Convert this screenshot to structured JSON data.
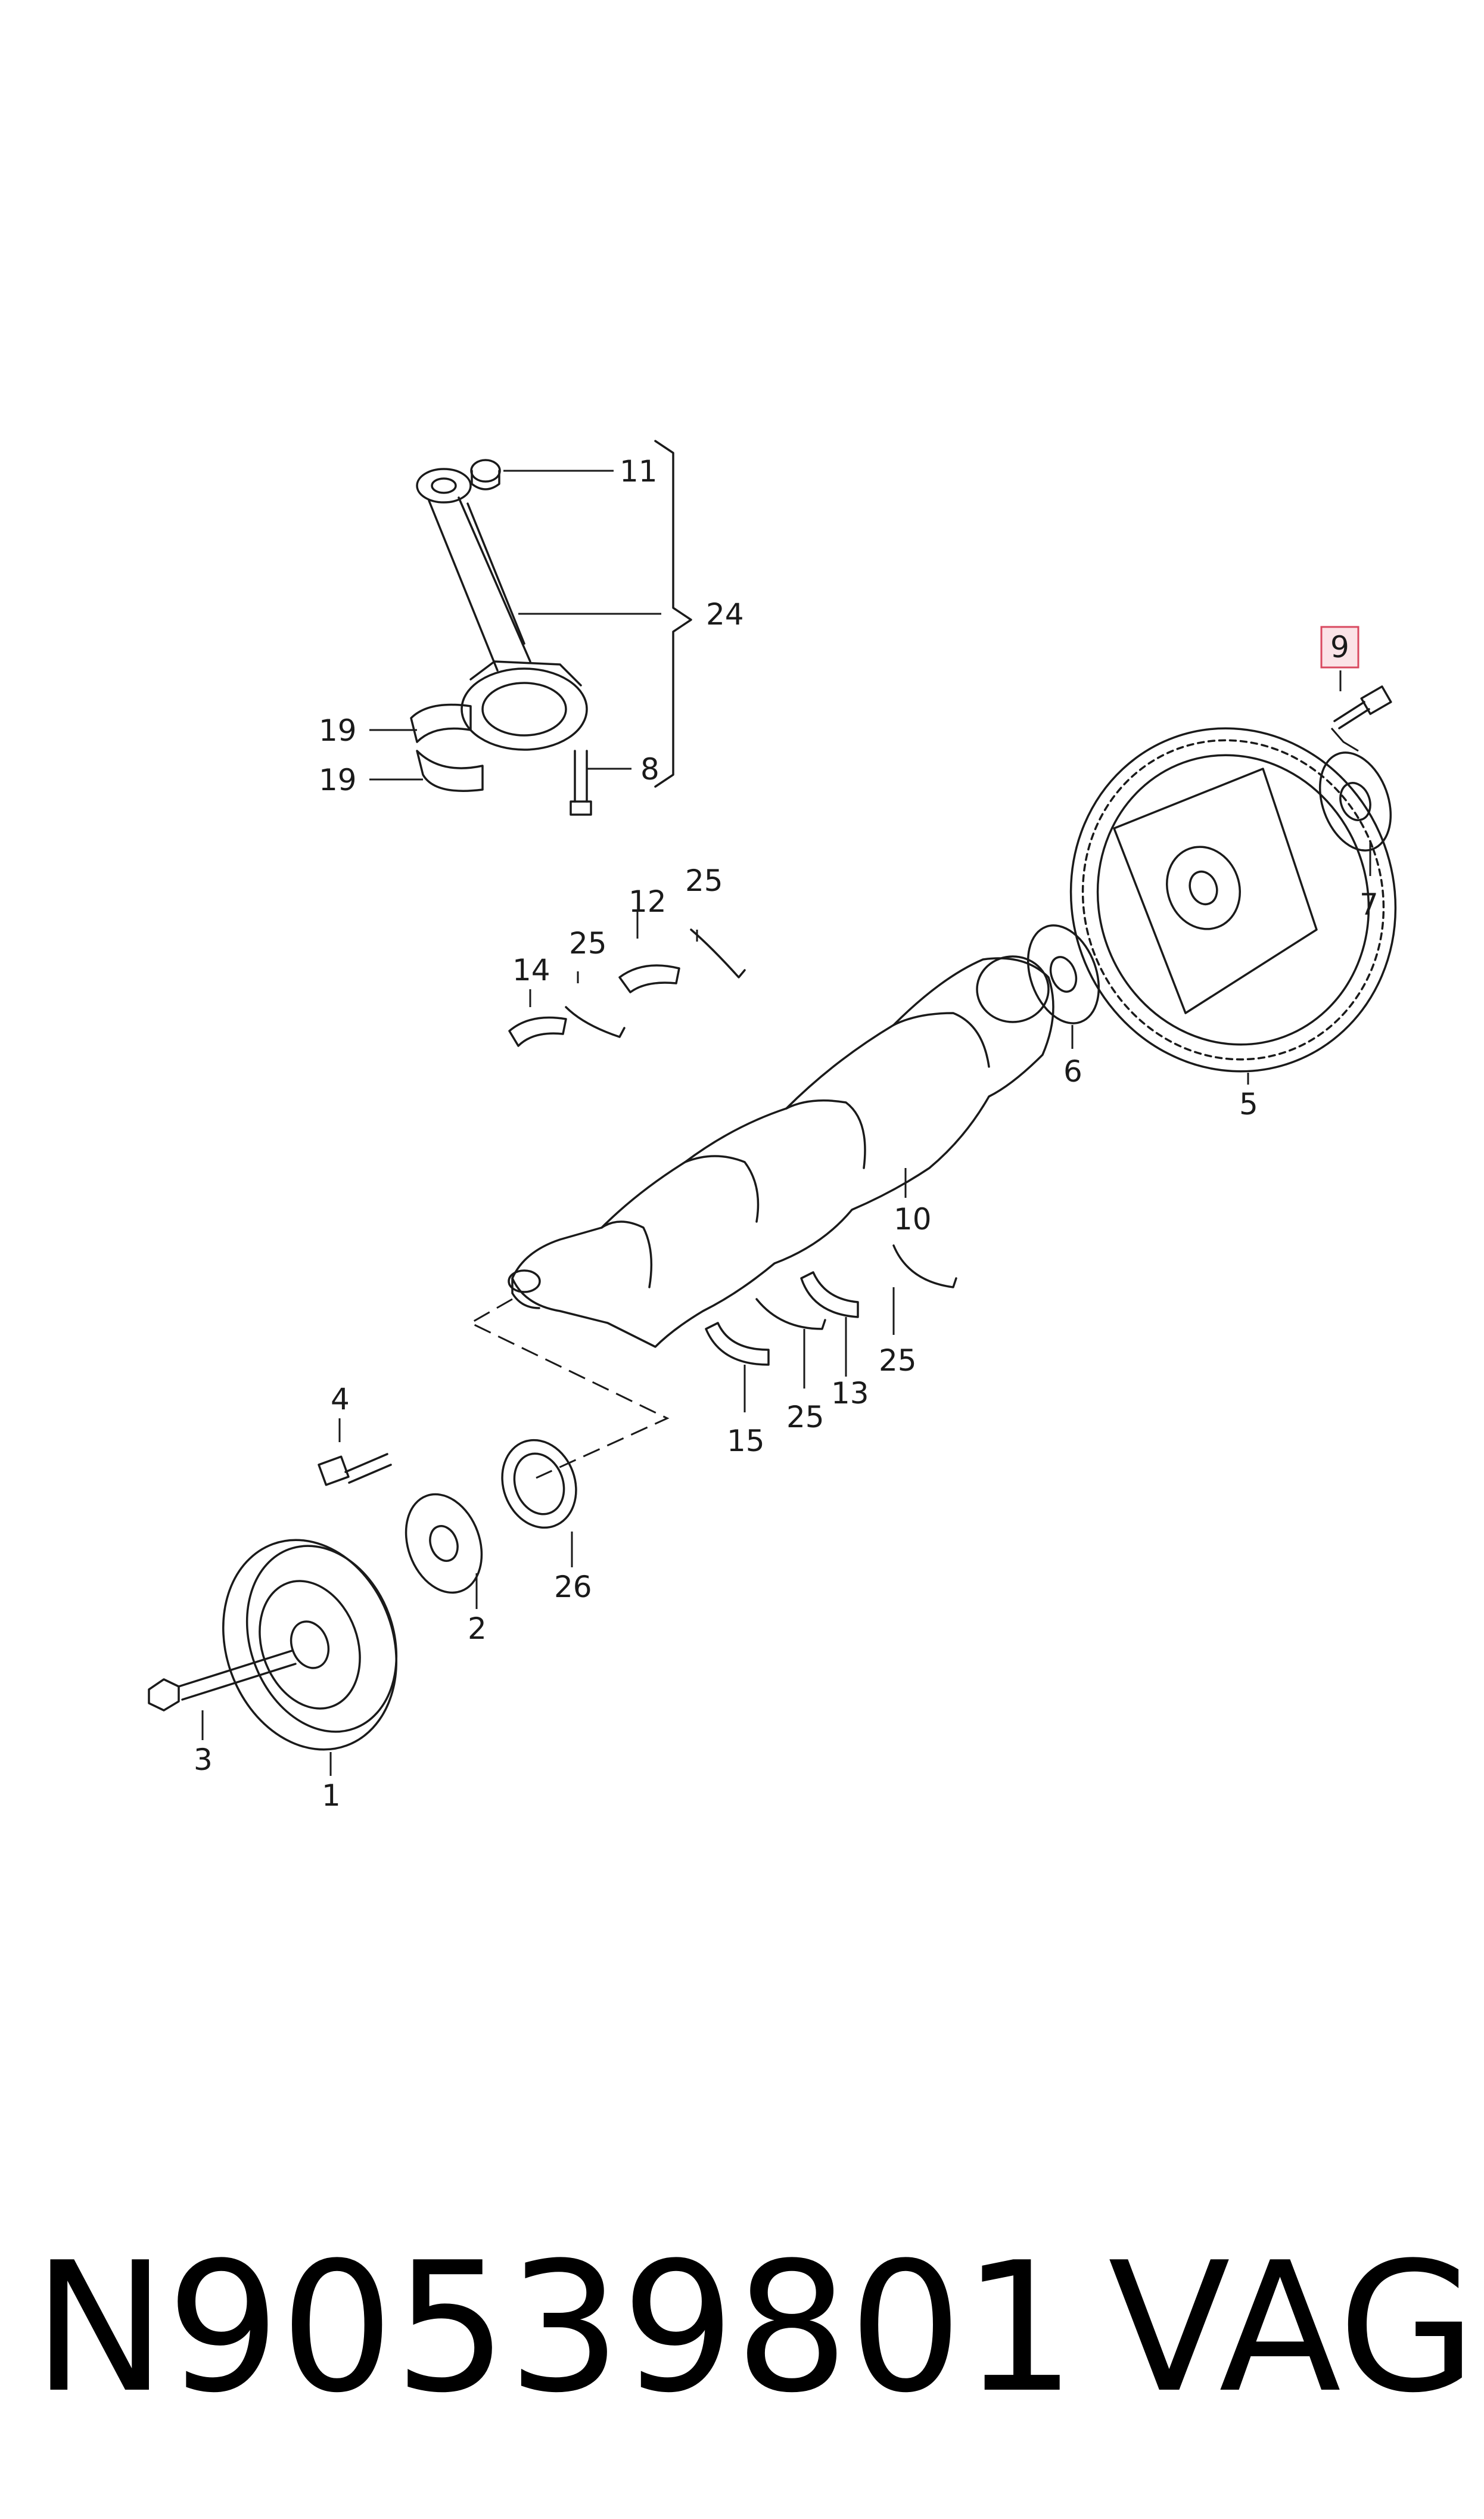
{
  "callouts": {
    "c1": "1",
    "c2": "2",
    "c3": "3",
    "c4": "4",
    "c5": "5",
    "c6": "6",
    "c7": "7",
    "c8": "8",
    "c9": "9",
    "c10": "10",
    "c11": "11",
    "c12": "12",
    "c13": "13",
    "c14": "14",
    "c15": "15",
    "c19a": "19",
    "c19b": "19",
    "c24": "24",
    "c25a": "25",
    "c25b": "25",
    "c25c": "25",
    "c25d": "25",
    "c26": "26"
  },
  "highlighted_callout": "9",
  "highlight_color": "#d9485f",
  "footer": {
    "part_number": "N90539801",
    "brand": "VAG"
  }
}
